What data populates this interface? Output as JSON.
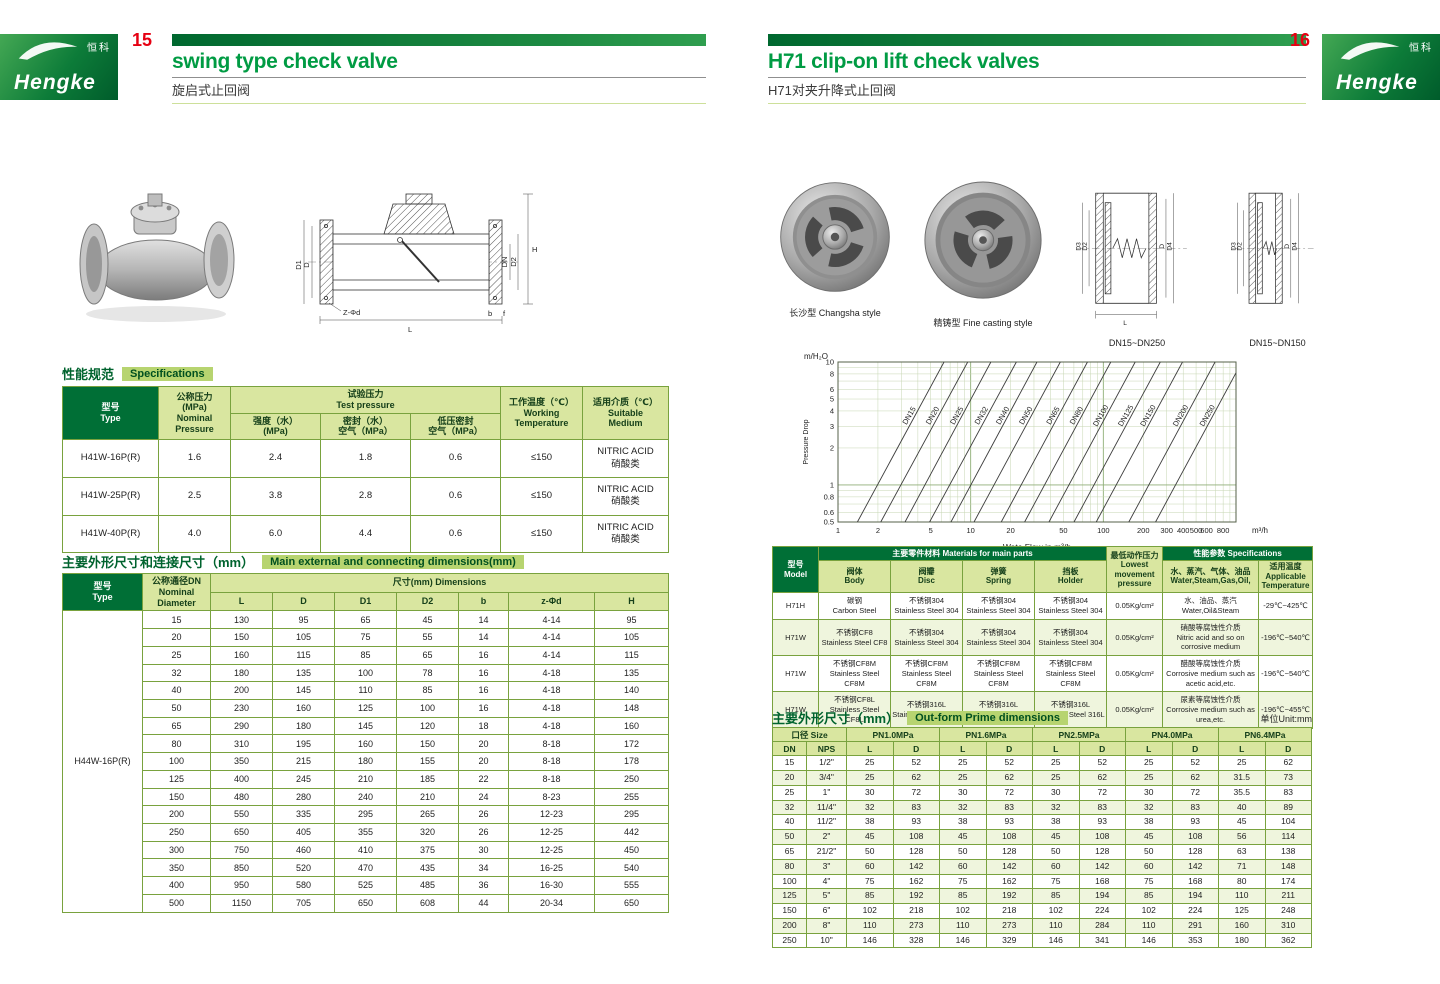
{
  "brand": {
    "logo_text": "Hengke",
    "logo_cn": "恒科",
    "green_dark": "#006f36",
    "green_light": "#d9e6a0",
    "accent_red": "#e60012"
  },
  "left": {
    "page_number": "15",
    "title_en": "swing type check valve",
    "title_cn": "旋启式止回阀",
    "drawing": {
      "labels": {
        "H": "H",
        "DN": "DN",
        "D2": "D2",
        "D": "D",
        "D1": "D1",
        "L": "L",
        "zd": "Z-Φd",
        "b": "b",
        "f": "f"
      }
    },
    "spec": {
      "heading_cn": "性能规范",
      "heading_en": "Specifications",
      "headers": {
        "type": "型号\nType",
        "nominal": "公称压力\n(MPa)\nNominal\nPressure",
        "test": "试验压力\nTest pressure",
        "strength": "强度（水）\n(MPa)",
        "seal": "密封（水）\n空气（MPa）",
        "low_seal": "低压密封\n空气（MPa）",
        "temp": "工作温度（℃）\nWorking\nTemperature",
        "medium": "适用介质（℃）\nSuitable\nMedium"
      },
      "rows": [
        [
          "H41W-16P(R)",
          "1.6",
          "2.4",
          "1.8",
          "0.6",
          "≤150",
          "NITRIC ACID\n硝酸类"
        ],
        [
          "H41W-25P(R)",
          "2.5",
          "3.8",
          "2.8",
          "0.6",
          "≤150",
          "NITRIC ACID\n硝酸类"
        ],
        [
          "H41W-40P(R)",
          "4.0",
          "6.0",
          "4.4",
          "0.6",
          "≤150",
          "NITRIC ACID\n硝酸类"
        ]
      ]
    },
    "dims": {
      "heading_cn": "主要外形尺寸和连接尺寸（mm）",
      "heading_en": "Main external and connecting dimensions(mm)",
      "headers": {
        "type": "型号\nType",
        "dn": "公称通径DN\nNominal\nDiameter",
        "span": "尺寸(mm) Dimensions",
        "cols": [
          "L",
          "D",
          "D1",
          "D2",
          "b",
          "z-Φd",
          "H"
        ]
      },
      "model": "H44W-16P(R)",
      "rows": [
        [
          "15",
          "130",
          "95",
          "65",
          "45",
          "14",
          "4-14",
          "95"
        ],
        [
          "20",
          "150",
          "105",
          "75",
          "55",
          "14",
          "4-14",
          "105"
        ],
        [
          "25",
          "160",
          "115",
          "85",
          "65",
          "16",
          "4-14",
          "115"
        ],
        [
          "32",
          "180",
          "135",
          "100",
          "78",
          "16",
          "4-18",
          "135"
        ],
        [
          "40",
          "200",
          "145",
          "110",
          "85",
          "16",
          "4-18",
          "140"
        ],
        [
          "50",
          "230",
          "160",
          "125",
          "100",
          "16",
          "4-18",
          "148"
        ],
        [
          "65",
          "290",
          "180",
          "145",
          "120",
          "18",
          "4-18",
          "160"
        ],
        [
          "80",
          "310",
          "195",
          "160",
          "150",
          "20",
          "8-18",
          "172"
        ],
        [
          "100",
          "350",
          "215",
          "180",
          "155",
          "20",
          "8-18",
          "178"
        ],
        [
          "125",
          "400",
          "245",
          "210",
          "185",
          "22",
          "8-18",
          "250"
        ],
        [
          "150",
          "480",
          "280",
          "240",
          "210",
          "24",
          "8-23",
          "255"
        ],
        [
          "200",
          "550",
          "335",
          "295",
          "265",
          "26",
          "12-23",
          "295"
        ],
        [
          "250",
          "650",
          "405",
          "355",
          "320",
          "26",
          "12-25",
          "442"
        ],
        [
          "300",
          "750",
          "460",
          "410",
          "375",
          "30",
          "12-25",
          "450"
        ],
        [
          "350",
          "850",
          "520",
          "470",
          "435",
          "34",
          "16-25",
          "540"
        ],
        [
          "400",
          "950",
          "580",
          "525",
          "485",
          "36",
          "16-30",
          "555"
        ],
        [
          "500",
          "1150",
          "705",
          "650",
          "608",
          "44",
          "20-34",
          "650"
        ]
      ]
    }
  },
  "right": {
    "page_number": "16",
    "title_en": "H71 clip-on lift check valves",
    "title_cn": "H71对夹升降式止回阀",
    "photos": [
      {
        "caption": "长沙型 Changsha style"
      },
      {
        "caption": "精铸型 Fine casting style"
      }
    ],
    "drawings": [
      {
        "caption": "DN15~DN250",
        "labels": {
          "D3": "D3",
          "D2": "D2",
          "D": "D",
          "D4": "D4",
          "L": "L"
        }
      },
      {
        "caption": "DN15~DN150",
        "labels": {
          "D3": "D3",
          "D2": "D2",
          "D": "D",
          "D4": "D4"
        }
      }
    ],
    "materials": {
      "headers": {
        "model": "型号\nModel",
        "main": "主要零件材料 Materials for main parts",
        "body": "阀体\nBody",
        "disc": "阀瓣\nDisc",
        "spring": "弹簧\nSpring",
        "holder": "挡板\nHolder",
        "pressure": "最低动作压力\nLowest movement\npressure",
        "spec": "性能参数 Specifications",
        "medium": "水、蒸汽、气体、油品\nWater,Steam,Gas,Oil,",
        "temp": "适用温度\nApplicable\nTemperature"
      },
      "rows": [
        [
          "H71H",
          "碳钢\nCarbon Steel",
          "不锈钢304\nStainless Steel 304",
          "不锈钢304\nStainless Steel 304",
          "不锈钢304\nStainless Steel 304",
          "0.05Kg/cm²",
          "水、油品、蒸汽\nWater,Oil&Steam",
          "-29℃~425℃"
        ],
        [
          "H71W",
          "不锈钢CF8\nStainless Steel CF8",
          "不锈钢304\nStainless Steel 304",
          "不锈钢304\nStainless Steel 304",
          "不锈钢304\nStainless Steel 304",
          "0.05Kg/cm²",
          "硝酸等腐蚀性介质\nNitric acid and so on corrosive medium",
          "-196℃~540℃"
        ],
        [
          "H71W",
          "不锈钢CF8M\nStainless Steel CF8M",
          "不锈钢CF8M\nStainless Steel CF8M",
          "不锈钢CF8M\nStainless Steel CF8M",
          "不锈钢CF8M\nStainless Steel CF8M",
          "0.05Kg/cm²",
          "醋酸等腐蚀性介质\nCorrosive medium such as acetic acid,etc.",
          "-196℃~540℃"
        ],
        [
          "H71W",
          "不锈钢CF8L\nStainless Steel CF8L",
          "不锈钢316L\nStainless Steel 316L",
          "不锈钢316L\nStainless Steel 316L",
          "不锈钢316L\nStainless Steel 316L",
          "0.05Kg/cm²",
          "尿素等腐蚀性介质\nCorrosive medium such as urea,etc.",
          "-196℃~455℃"
        ]
      ]
    },
    "outform": {
      "heading_cn": "主要外形尺寸（mm）",
      "heading_en": "Out-form Prime dimensions",
      "unit_note": "单位Unit:mm",
      "headers": {
        "size": "口径 Size",
        "dn": "DN",
        "nps": "NPS",
        "L": "L",
        "D": "D",
        "pn": [
          "PN1.0MPa",
          "PN1.6MPa",
          "PN2.5MPa",
          "PN4.0MPa",
          "PN6.4MPa"
        ]
      },
      "rows": [
        [
          "15",
          "1/2\"",
          "25",
          "52",
          "25",
          "52",
          "25",
          "52",
          "25",
          "52",
          "25",
          "62"
        ],
        [
          "20",
          "3/4\"",
          "25",
          "62",
          "25",
          "62",
          "25",
          "62",
          "25",
          "62",
          "31.5",
          "73"
        ],
        [
          "25",
          "1\"",
          "30",
          "72",
          "30",
          "72",
          "30",
          "72",
          "30",
          "72",
          "35.5",
          "83"
        ],
        [
          "32",
          "11/4\"",
          "32",
          "83",
          "32",
          "83",
          "32",
          "83",
          "32",
          "83",
          "40",
          "89"
        ],
        [
          "40",
          "11/2\"",
          "38",
          "93",
          "38",
          "93",
          "38",
          "93",
          "38",
          "93",
          "45",
          "104"
        ],
        [
          "50",
          "2\"",
          "45",
          "108",
          "45",
          "108",
          "45",
          "108",
          "45",
          "108",
          "56",
          "114"
        ],
        [
          "65",
          "21/2\"",
          "50",
          "128",
          "50",
          "128",
          "50",
          "128",
          "50",
          "128",
          "63",
          "138"
        ],
        [
          "80",
          "3\"",
          "60",
          "142",
          "60",
          "142",
          "60",
          "142",
          "60",
          "142",
          "71",
          "148"
        ],
        [
          "100",
          "4\"",
          "75",
          "162",
          "75",
          "162",
          "75",
          "168",
          "75",
          "168",
          "80",
          "174"
        ],
        [
          "125",
          "5\"",
          "85",
          "192",
          "85",
          "192",
          "85",
          "194",
          "85",
          "194",
          "110",
          "211"
        ],
        [
          "150",
          "6\"",
          "102",
          "218",
          "102",
          "218",
          "102",
          "224",
          "102",
          "224",
          "125",
          "248"
        ],
        [
          "200",
          "8\"",
          "110",
          "273",
          "110",
          "273",
          "110",
          "284",
          "110",
          "291",
          "160",
          "310"
        ],
        [
          "250",
          "10\"",
          "146",
          "328",
          "146",
          "329",
          "146",
          "341",
          "146",
          "353",
          "180",
          "362"
        ]
      ]
    }
  },
  "chart_data": {
    "type": "line",
    "title": "",
    "xlabel": "Wate Flow in m³/h",
    "ylabel": "Pressure Drop",
    "y_unit": "m/H₂O",
    "x_scale": "log",
    "y_scale": "log",
    "xlim": [
      1,
      1000
    ],
    "ylim": [
      0.5,
      10
    ],
    "x_ticks": [
      1,
      2,
      5,
      10,
      20,
      50,
      100,
      200,
      300,
      400,
      500,
      600,
      800
    ],
    "y_ticks": [
      0.5,
      0.6,
      0.8,
      1,
      2,
      3,
      4,
      5,
      6,
      8,
      10
    ],
    "x_axis_unit_label": "m³/h",
    "grid": true,
    "legend": "labels-on-lines",
    "series": [
      {
        "name": "DN15",
        "points": [
          [
            1.4,
            0.5
          ],
          [
            6.3,
            10
          ]
        ]
      },
      {
        "name": "DN20",
        "points": [
          [
            2.1,
            0.5
          ],
          [
            9.5,
            10
          ]
        ]
      },
      {
        "name": "DN25",
        "points": [
          [
            3.2,
            0.5
          ],
          [
            14.2,
            10
          ]
        ]
      },
      {
        "name": "DN32",
        "points": [
          [
            4.9,
            0.5
          ],
          [
            22.1,
            10
          ]
        ]
      },
      {
        "name": "DN40",
        "points": [
          [
            7.1,
            0.5
          ],
          [
            31.6,
            10
          ]
        ]
      },
      {
        "name": "DN50",
        "points": [
          [
            10.6,
            0.5
          ],
          [
            47.4,
            10
          ]
        ]
      },
      {
        "name": "DN65",
        "points": [
          [
            17,
            0.5
          ],
          [
            75.9,
            10
          ]
        ]
      },
      {
        "name": "DN80",
        "points": [
          [
            25.5,
            0.5
          ],
          [
            113.8,
            10
          ]
        ]
      },
      {
        "name": "DN100",
        "points": [
          [
            38.9,
            0.5
          ],
          [
            173.9,
            10
          ]
        ]
      },
      {
        "name": "DN125",
        "points": [
          [
            60.1,
            0.5
          ],
          [
            268.8,
            10
          ]
        ]
      },
      {
        "name": "DN150",
        "points": [
          [
            88.4,
            0.5
          ],
          [
            395.3,
            10
          ]
        ]
      },
      {
        "name": "DN200",
        "points": [
          [
            155.6,
            0.5
          ],
          [
            695.7,
            10
          ]
        ]
      },
      {
        "name": "DN250",
        "points": [
          [
            247.5,
            0.5
          ],
          [
            1106.8,
            10
          ]
        ]
      }
    ]
  }
}
